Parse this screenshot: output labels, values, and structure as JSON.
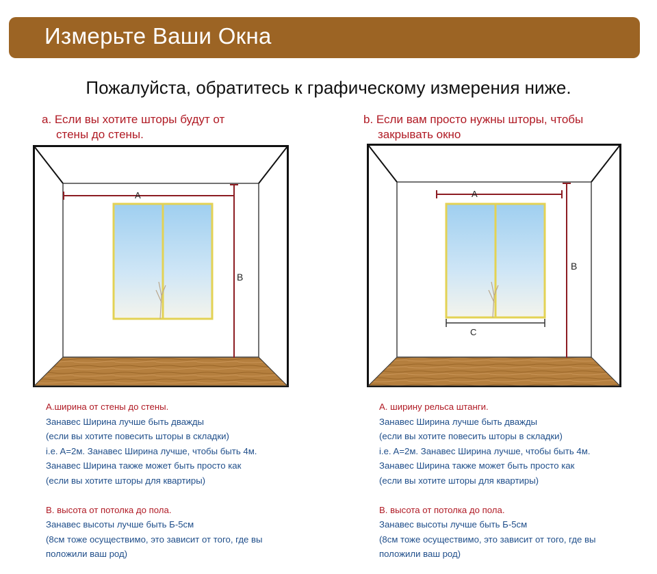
{
  "header": {
    "title": "Измерьте Ваши Окна"
  },
  "subtitle": "Пожалуйста, обратитесь к графическому измерения ниже.",
  "colors": {
    "header_bg": "#9c6424",
    "accent_red": "#b01a24",
    "note_blue": "#1f4e8a",
    "window_frame": "#e3d254",
    "floor": "#b57f3e",
    "measure_line": "#8c1c22"
  },
  "panels": [
    {
      "title_lines": [
        "a. Если вы хотите шторы будут от",
        "стены до стены."
      ],
      "labels": {
        "a": "A",
        "b": "B"
      },
      "notes": [
        {
          "text": "A.ширина от стены до стены.",
          "style": "red"
        },
        {
          "text": "Занавес Ширина лучше быть дважды",
          "style": "blue"
        },
        {
          "text": " (если вы хотите повесить шторы в складки)",
          "style": "blue"
        },
        {
          "text": "i.e. A=2м. Занавес Ширина лучше, чтобы быть 4м.",
          "style": "blue"
        },
        {
          "text": "Занавес Ширина также может быть просто как",
          "style": "blue"
        },
        {
          "text": "(если вы хотите шторы для квартиры)",
          "style": "blue"
        },
        {
          "text": "",
          "style": "blue"
        },
        {
          "text": "B. высота от потолка до пола.",
          "style": "red"
        },
        {
          "text": "Занавес высоты лучше быть Б-5см",
          "style": "blue"
        },
        {
          "text": "(8см тоже осуществимо, это зависит от того, где вы",
          "style": "blue"
        },
        {
          "text": "положили ваш род)",
          "style": "blue"
        }
      ]
    },
    {
      "title_lines": [
        "b. Если вам просто нужны шторы, чтобы",
        "закрывать окно"
      ],
      "labels": {
        "a": "A",
        "b": "B",
        "c": "C"
      },
      "notes": [
        {
          "text": "A. ширину рельса штанги.",
          "style": "red"
        },
        {
          "text": "Занавес Ширина лучше быть дважды",
          "style": "blue"
        },
        {
          "text": "(если вы хотите повесить шторы в складки)",
          "style": "blue"
        },
        {
          "text": "i.e. A=2м. Занавес Ширина лучше, чтобы быть 4м.",
          "style": "blue"
        },
        {
          "text": "Занавес Ширина также может быть просто как",
          "style": "blue"
        },
        {
          "text": "(если вы хотите шторы для квартиры)",
          "style": "blue"
        },
        {
          "text": "",
          "style": "blue"
        },
        {
          "text": "B. высота от потолка до пола.",
          "style": "red"
        },
        {
          "text": "Занавес высоты лучше быть Б-5см",
          "style": "blue"
        },
        {
          "text": "(8см тоже осуществимо, это зависит от того, где вы",
          "style": "blue"
        },
        {
          "text": "положили ваш род)",
          "style": "blue"
        }
      ]
    }
  ]
}
